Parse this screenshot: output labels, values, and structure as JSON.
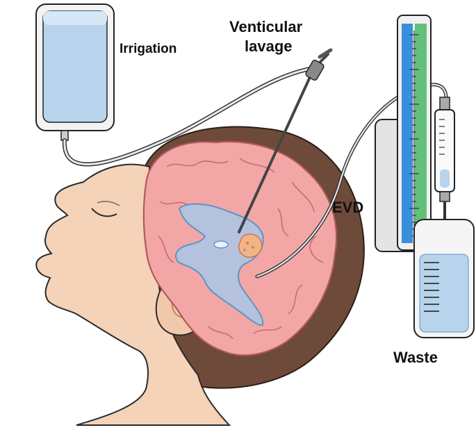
{
  "labels": {
    "irrigation": "Irrigation",
    "lavage_line1": "Venticular",
    "lavage_line2": "lavage",
    "evd": "EVD",
    "waste": "Waste"
  },
  "colors": {
    "skin": "#f4d3b8",
    "hair": "#6e4a3b",
    "brain": "#f2a7a6",
    "ventricle": "#a9c7e6",
    "bag_fluid": "#b7d4ec",
    "tube": "#555555",
    "scale_blue": "#3a8fdd",
    "scale_green": "#63c07a"
  }
}
